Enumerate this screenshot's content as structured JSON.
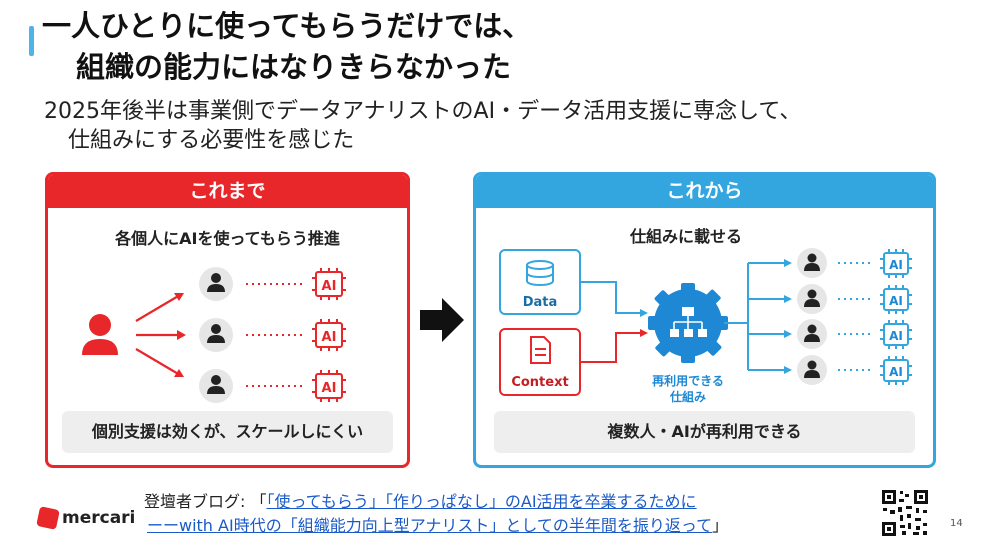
{
  "title": {
    "line1": "一人ひとりに使ってもらうだけでは、",
    "line2": "組織の能力にはなりきらなかった"
  },
  "subtitle": {
    "line1": "2025年後半は事業側でデータアナリストのAI・データ活用支援に専念して、",
    "line2": "仕組みにする必要性を感じた"
  },
  "left_panel": {
    "header": "これまで",
    "caption": "各個人にAIを使ってもらう推進",
    "footer": "個別支援は効くが、スケールしにくい",
    "ai_label": "AI"
  },
  "right_panel": {
    "header": "これから",
    "caption": "仕組みに載せる",
    "data_label": "Data",
    "context_label": "Context",
    "hub_label_1": "再利用できる",
    "hub_label_2": "仕組み",
    "footer": "複数人・AIが再利用できる",
    "ai_label": "AI"
  },
  "footer": {
    "logo_text": "mercari",
    "blog_prefix": "登壇者ブログ: 「",
    "blog_link_1": "「使ってもらう」「作りっぱなし」のAI活用を卒業するために",
    "blog_link_2": "ーーwith AI時代の「組織能力向上型アナリスト」としての半年間を振り返って",
    "blog_suffix": "」",
    "page_number": "14"
  },
  "colors": {
    "red": "#e8272b",
    "blue": "#33a6e0",
    "accent": "#4fb3e8",
    "link": "#1a5ac8"
  }
}
